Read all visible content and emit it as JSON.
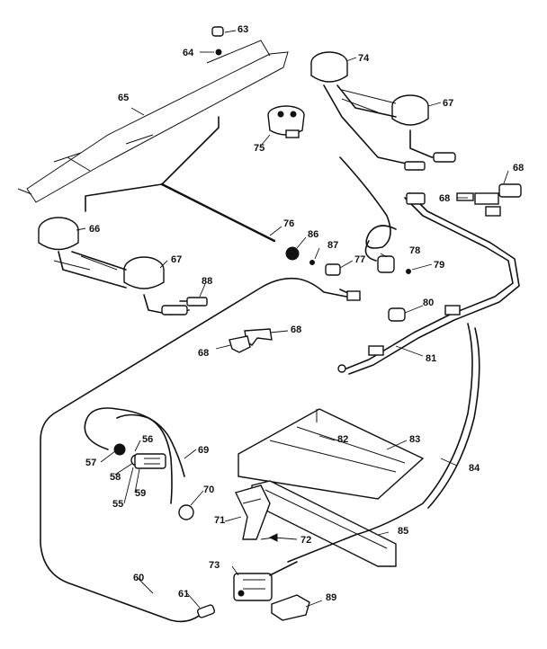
{
  "diagram": {
    "labels": {
      "p55": "55",
      "p56": "56",
      "p57": "57",
      "p58": "58",
      "p59": "59",
      "p60": "60",
      "p61": "61",
      "p63": "63",
      "p64": "64",
      "p65": "65",
      "p66": "66",
      "p67a": "67",
      "p67b": "67",
      "p68a": "68",
      "p68b": "68",
      "p68c": "68",
      "p68d": "68",
      "p69": "69",
      "p70": "70",
      "p71": "71",
      "p72": "72",
      "p73": "73",
      "p74": "74",
      "p75": "75",
      "p76": "76",
      "p77": "77",
      "p78": "78",
      "p79": "79",
      "p80": "80",
      "p81": "81",
      "p82": "82",
      "p83": "83",
      "p84": "84",
      "p85": "85",
      "p86": "86",
      "p87": "87",
      "p88": "88",
      "p89": "89"
    }
  }
}
